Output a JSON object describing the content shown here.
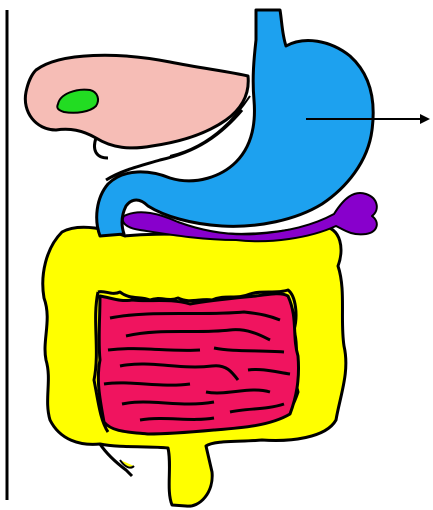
{
  "diagram": {
    "labels": [],
    "organs": [
      {
        "name": "liver",
        "color": "#f6bdb6"
      },
      {
        "name": "gallbladder",
        "color": "#22dc22"
      },
      {
        "name": "esophagus-and-stomach",
        "color": "#1da1ef"
      },
      {
        "name": "pancreas",
        "color": "#8800cc"
      },
      {
        "name": "large-intestine",
        "color": "#ffff00"
      },
      {
        "name": "small-intestine",
        "color": "#f0145f"
      }
    ],
    "pointer": {
      "target": "stomach",
      "label": ""
    },
    "outline_color": "#000000",
    "background": "#ffffff"
  }
}
